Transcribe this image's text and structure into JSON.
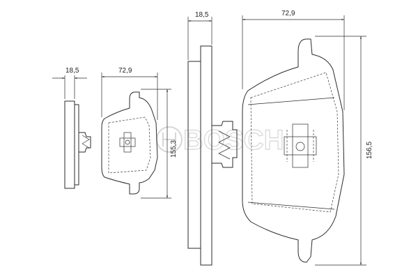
{
  "dimensions": {
    "small_thickness": "18,5",
    "small_width": "72,9",
    "small_height": "155,3",
    "large_thickness": "18,5",
    "large_width": "72,9",
    "large_height": "156,5"
  },
  "watermark": {
    "brand": "BOSCH"
  }
}
